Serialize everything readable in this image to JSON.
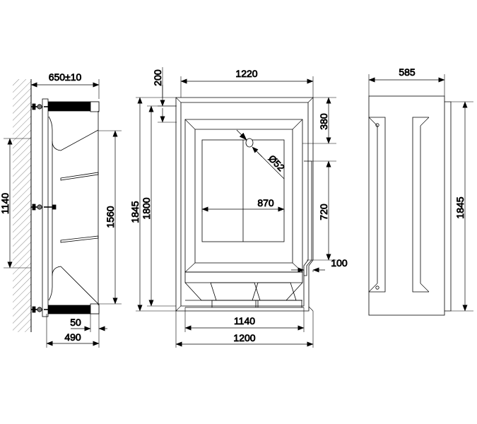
{
  "drawing": {
    "title": "Shower enclosure / bathtub panel technical drawing",
    "units": "mm",
    "line_color": "#000000",
    "background": "#ffffff",
    "views": [
      {
        "name": "left-side-section-view",
        "label": ""
      },
      {
        "name": "front-elevation-view",
        "label": ""
      },
      {
        "name": "right-side-view",
        "label": ""
      }
    ]
  },
  "left_view": {
    "name": "side-section-view",
    "dimensions": {
      "depth_top": "650±10",
      "height_overall": "1560",
      "height_wall_brackets": "1140",
      "foot_offset": "50",
      "base_depth": "490"
    },
    "features": {
      "wall_hatch": "wall-hatching",
      "brackets": 3
    }
  },
  "front_view": {
    "name": "front-elevation-view",
    "dimensions": {
      "top_offset": "200",
      "width_top": "1220",
      "height_overall": "1845",
      "height_inner": "1800",
      "top_band": "380",
      "notch_height": "720",
      "bottom_offset": "100",
      "inner_width": "870",
      "base_inner_width": "1140",
      "base_width": "1200"
    },
    "callouts": {
      "hole": "Ø52"
    },
    "features": {
      "feet": 2
    }
  },
  "right_view": {
    "name": "right-side-view",
    "dimensions": {
      "width": "585",
      "height": "1845"
    },
    "features": {
      "holes": 2
    }
  }
}
